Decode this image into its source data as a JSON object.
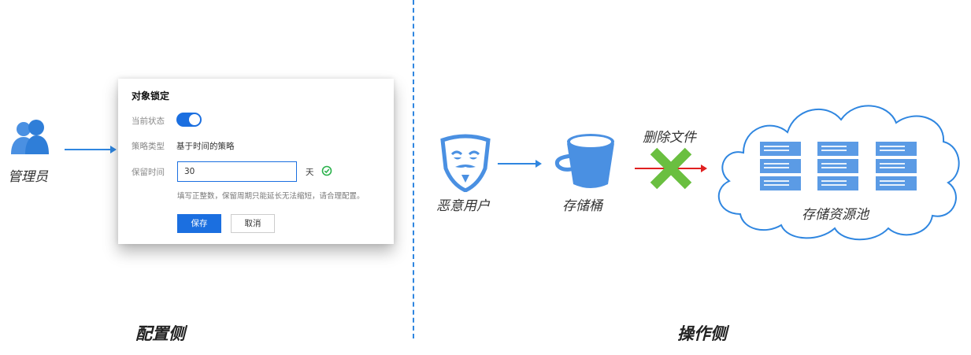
{
  "left": {
    "admin_label": "管理员",
    "section_label": "配置侧"
  },
  "panel": {
    "title": "对象锁定",
    "status_label": "当前状态",
    "status_on": true,
    "policy_label": "策略类型",
    "policy_value": "基于时间的策略",
    "retention_label": "保留时间",
    "retention_value": "30",
    "retention_unit": "天",
    "hint": "填写正整数，保留周期只能延长无法缩短，请合理配置。",
    "save_label": "保存",
    "cancel_label": "取消"
  },
  "right": {
    "malicious_user_label": "恶意用户",
    "bucket_label": "存储桶",
    "delete_label": "删除文件",
    "pool_label": "存储资源池",
    "section_label": "操作侧"
  },
  "colors": {
    "accent": "#1b6fe0",
    "icon_blue": "#4a90e2",
    "divider": "#2f86e0",
    "arrow_red": "#e02020",
    "cross_green": "#6abf40"
  },
  "icons": [
    "admin-users-icon",
    "mask-icon",
    "bucket-icon",
    "cross-icon",
    "cloud-icon",
    "server-icon",
    "check-circle-icon"
  ]
}
